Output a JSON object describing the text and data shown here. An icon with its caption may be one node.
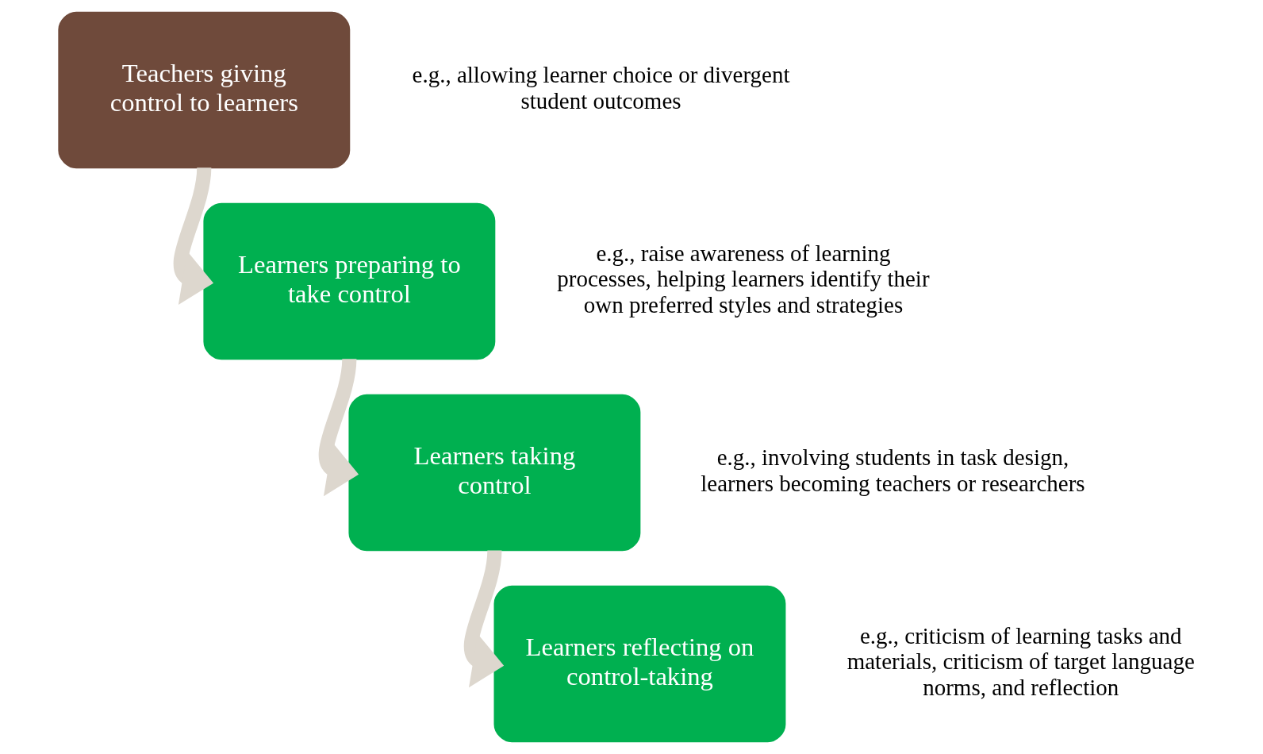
{
  "diagram": {
    "nodes": [
      {
        "text": [
          "Teachers giving control to learners"
        ],
        "beside": [
          "e.g., allowing learner choice or divergent student outcomes"
        ]
      },
      {
        "text": [
          "Learners preparing to take control"
        ],
        "beside": [
          "e.g., raise awareness of learning processes, helping learners identify their own preferred styles and strategies"
        ]
      },
      {
        "text": [
          "Learners taking control"
        ],
        "beside": [
          "e.g., involving students in task design, learners becoming teachers or researchers"
        ]
      },
      {
        "text": [
          "Learners reflecting on control-taking"
        ],
        "beside": [
          "e.g., criticism of learning tasks and materials, criticism of target language norms, and reflection"
        ]
      }
    ],
    "edges": [
      {
        "from": 0,
        "to": 1,
        "arrow": "to"
      },
      {
        "from": 1,
        "to": 2,
        "arrow": "to"
      },
      {
        "from": 2,
        "to": 3,
        "arrow": "to"
      }
    ]
  }
}
